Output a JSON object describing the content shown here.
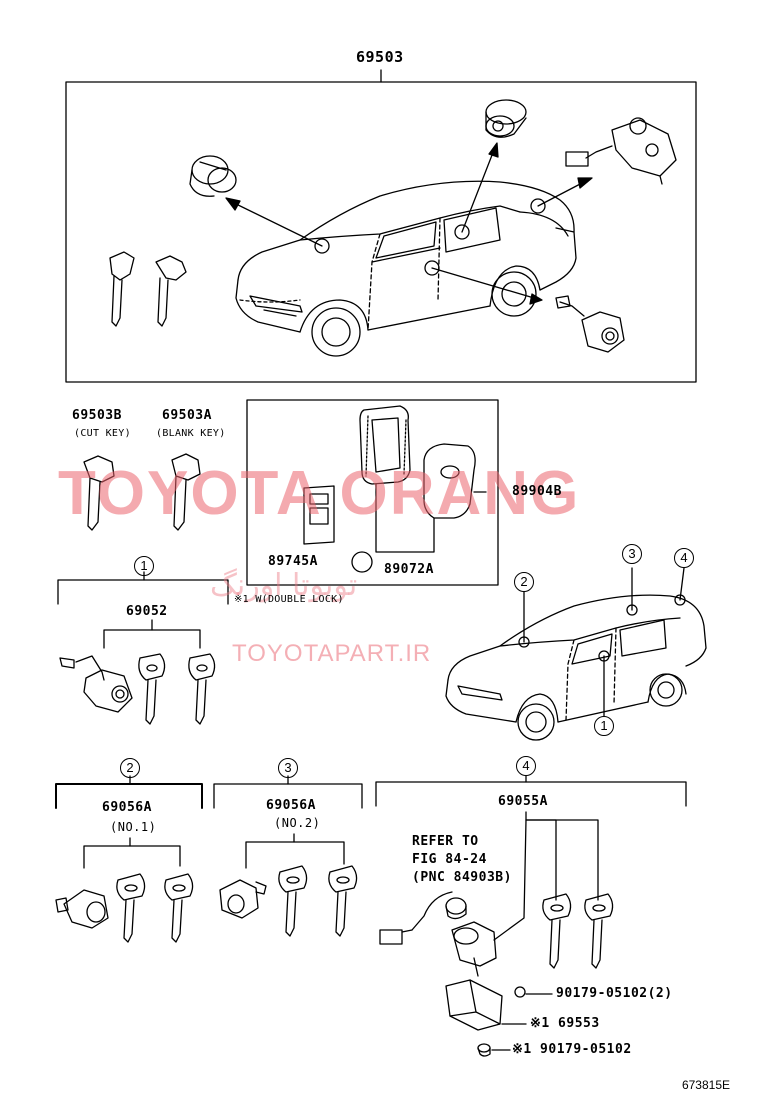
{
  "labels": {
    "top_assembly": "69503",
    "cut_key_part": "69503B",
    "cut_key_desc": "(CUT KEY)",
    "blank_key_part": "69503A",
    "blank_key_desc": "(BLANK KEY)",
    "case_part": "89904B",
    "battery_part": "89745A",
    "transmitter_part": "89072A",
    "double_lock_note": "※1 W(DOUBLE LOCK)",
    "set1_part": "69052",
    "set2_part": "69056A",
    "set2_no": "(NO.1)",
    "set3_part": "69056A",
    "set3_no": "(NO.2)",
    "set4_part": "69055A",
    "refer_line1": "REFER TO",
    "refer_line2": "FIG 84-24",
    "refer_line3": "(PNC 84903B)",
    "screw_qty": "90179-05102(2)",
    "cover_part": "※1 69553",
    "screw_single": "※1 90179-05102",
    "figure_code": "673815E"
  },
  "callouts": [
    "1",
    "2",
    "3",
    "4"
  ],
  "watermarks": {
    "brand": "TOYOTA ORANG",
    "persian": "تویوتا اورنگ",
    "site": "TOYOTAPART.IR"
  }
}
